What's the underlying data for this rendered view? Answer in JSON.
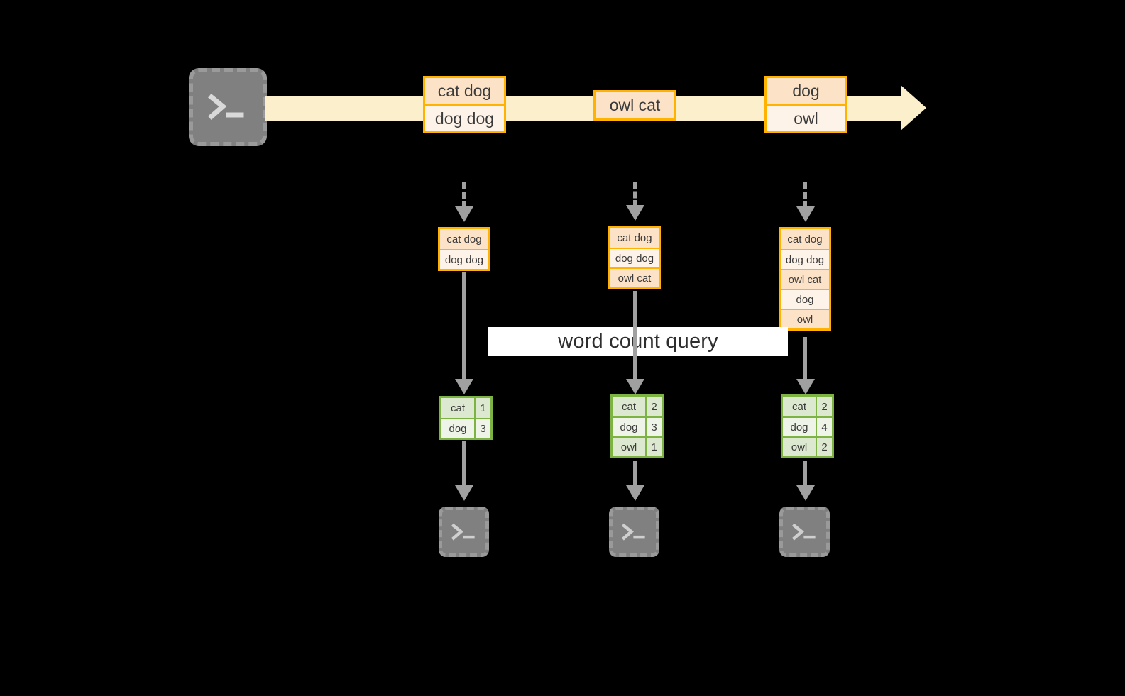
{
  "diagram": {
    "title_label": "word count query",
    "colors": {
      "background": "#000000",
      "stream_band": "#fcefcb",
      "record_border": "#ffb300",
      "record_cell_dark": "#fce3c8",
      "record_cell_light": "#fdf3e8",
      "table_border": "#7cb342",
      "table_cell_dark": "#dde8d1",
      "table_cell_light": "#eff4e9",
      "connector": "#a0a0a0",
      "terminal_fill": "#808080",
      "label_band": "#ffffff"
    },
    "source": {
      "icon": "terminal-prompt-icon",
      "prompt_glyph": ">_"
    },
    "stream": {
      "icon": "arrow-right-icon",
      "events": [
        {
          "id": "event-1",
          "lines": [
            "cat dog",
            "dog dog"
          ]
        },
        {
          "id": "event-2",
          "lines": [
            "owl cat"
          ]
        },
        {
          "id": "event-3",
          "lines": [
            "dog",
            "owl"
          ]
        }
      ]
    },
    "snapshots": [
      {
        "id": "snapshot-1",
        "lines": [
          "cat dog",
          "dog dog"
        ]
      },
      {
        "id": "snapshot-2",
        "lines": [
          "cat dog",
          "dog dog",
          "owl cat"
        ]
      },
      {
        "id": "snapshot-3",
        "lines": [
          "cat dog",
          "dog dog",
          "owl cat",
          "dog",
          "owl"
        ]
      }
    ],
    "results": [
      {
        "id": "result-1",
        "rows": [
          {
            "word": "cat",
            "count": "1"
          },
          {
            "word": "dog",
            "count": "3"
          }
        ]
      },
      {
        "id": "result-2",
        "rows": [
          {
            "word": "cat",
            "count": "2"
          },
          {
            "word": "dog",
            "count": "3"
          },
          {
            "word": "owl",
            "count": "1"
          }
        ]
      },
      {
        "id": "result-3",
        "rows": [
          {
            "word": "cat",
            "count": "2"
          },
          {
            "word": "dog",
            "count": "4"
          },
          {
            "word": "owl",
            "count": "2"
          }
        ]
      }
    ],
    "sinks": [
      {
        "id": "sink-1",
        "icon": "terminal-prompt-icon",
        "prompt_glyph": ">_"
      },
      {
        "id": "sink-2",
        "icon": "terminal-prompt-icon",
        "prompt_glyph": ">_"
      },
      {
        "id": "sink-3",
        "icon": "terminal-prompt-icon",
        "prompt_glyph": ">_"
      }
    ]
  }
}
